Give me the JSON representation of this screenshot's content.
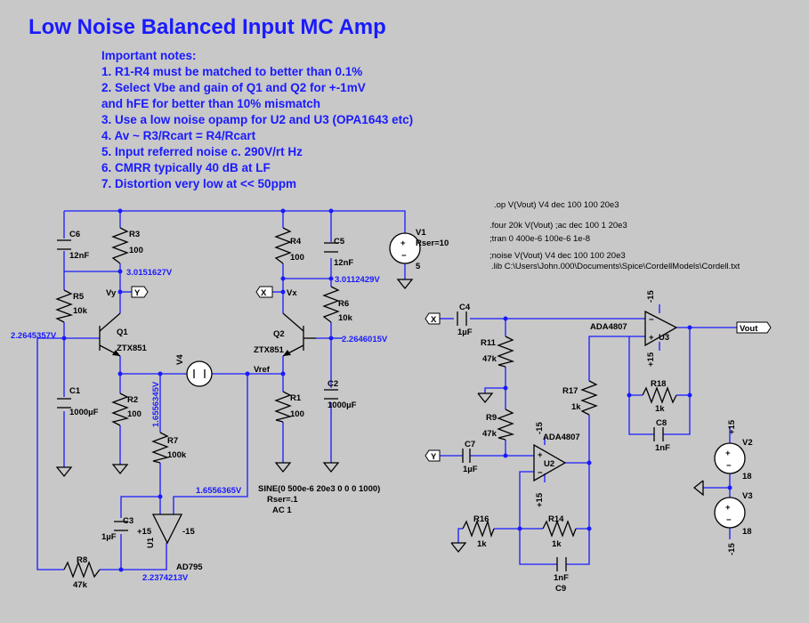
{
  "title": "Low Noise Balanced Input MC Amp",
  "notes": [
    "Important notes:",
    "1. R1-R4 must be matched to better than 0.1%",
    "2. Select Vbe and gain of Q1 and Q2 for +-1mV",
    "and hFE for better than 10% mismatch",
    "3. Use a low noise opamp for U2 and U3 (OPA1643 etc)",
    "4. Av ~ R3/Rcart = R4/Rcart",
    "5. Input referred noise c. 290V/rt Hz",
    "6. CMRR typically 40 dB at LF",
    "7. Distortion very low at << 50ppm"
  ],
  "directives": [
    ".op V(Vout) V4 dec 100 100 20e3",
    ".four 20k V(Vout)       ;ac dec 100 1 20e3",
    ";tran 0 400e-6 100e-6 1e-8",
    ";noise V(Vout) V4 dec 100 100 20e3",
    ".lib C:\\Users\\John.000\\Documents\\Spice\\CordellModels\\Cordell.txt"
  ],
  "components": {
    "C6": {
      "name": "C6",
      "value": "12nF"
    },
    "R3": {
      "name": "R3",
      "value": "100"
    },
    "R5": {
      "name": "R5",
      "value": "10k"
    },
    "Q1": {
      "name": "Q1",
      "value": "ZTX851"
    },
    "C1": {
      "name": "C1",
      "value": "1000µF"
    },
    "R2": {
      "name": "R2",
      "value": "100"
    },
    "R7": {
      "name": "R7",
      "value": "100k"
    },
    "C3": {
      "name": "C3",
      "value": "1µF"
    },
    "U1": {
      "name": "U1",
      "value": "AD795"
    },
    "R8": {
      "name": "R8",
      "value": "47k"
    },
    "R4": {
      "name": "R4",
      "value": "100"
    },
    "C5": {
      "name": "C5",
      "value": "12nF"
    },
    "R6": {
      "name": "R6",
      "value": "10k"
    },
    "Q2": {
      "name": "Q2",
      "value": "ZTX851"
    },
    "R1": {
      "name": "R1",
      "value": "100"
    },
    "C2": {
      "name": "C2",
      "value": "1000µF"
    },
    "V1": {
      "name": "V1",
      "value": "5",
      "param": "Rser=10"
    },
    "V4": {
      "name": "V4",
      "spec": [
        "SINE(0 500e-6 20e3 0 0 0 1000)",
        "Rser=.1",
        "AC 1"
      ]
    },
    "C4": {
      "name": "C4",
      "value": "1µF"
    },
    "R11": {
      "name": "R11",
      "value": "47k"
    },
    "R9": {
      "name": "R9",
      "value": "47k"
    },
    "C7": {
      "name": "C7",
      "value": "1µF"
    },
    "R17": {
      "name": "R17",
      "value": "1k"
    },
    "U2": {
      "name": "U2",
      "value": "ADA4807"
    },
    "U3": {
      "name": "U3",
      "value": "ADA4807"
    },
    "R18": {
      "name": "R18",
      "value": "1k"
    },
    "C8": {
      "name": "C8",
      "value": "1nF"
    },
    "R16": {
      "name": "R16",
      "value": "1k"
    },
    "R14": {
      "name": "R14",
      "value": "1k"
    },
    "C9": {
      "name": "C9",
      "value": "1nF"
    },
    "V2": {
      "name": "V2",
      "value": "18"
    },
    "V3": {
      "name": "V3",
      "value": "18"
    }
  },
  "voltages": {
    "q1_collector": "3.0151627V",
    "q2_collector": "3.0112429V",
    "q1_base": "2.2645357V",
    "q2_base": "2.2646015V",
    "q1_emitter": "1.6556345V",
    "u1_input": "1.6556365V",
    "u1_output": "2.2374213V"
  },
  "nets": {
    "vx": "Vx",
    "vy": "Vy",
    "x": "X",
    "y": "Y",
    "vref": "Vref",
    "vout": "Vout"
  },
  "supply_labels": {
    "pos": "+15",
    "neg": "-15"
  }
}
